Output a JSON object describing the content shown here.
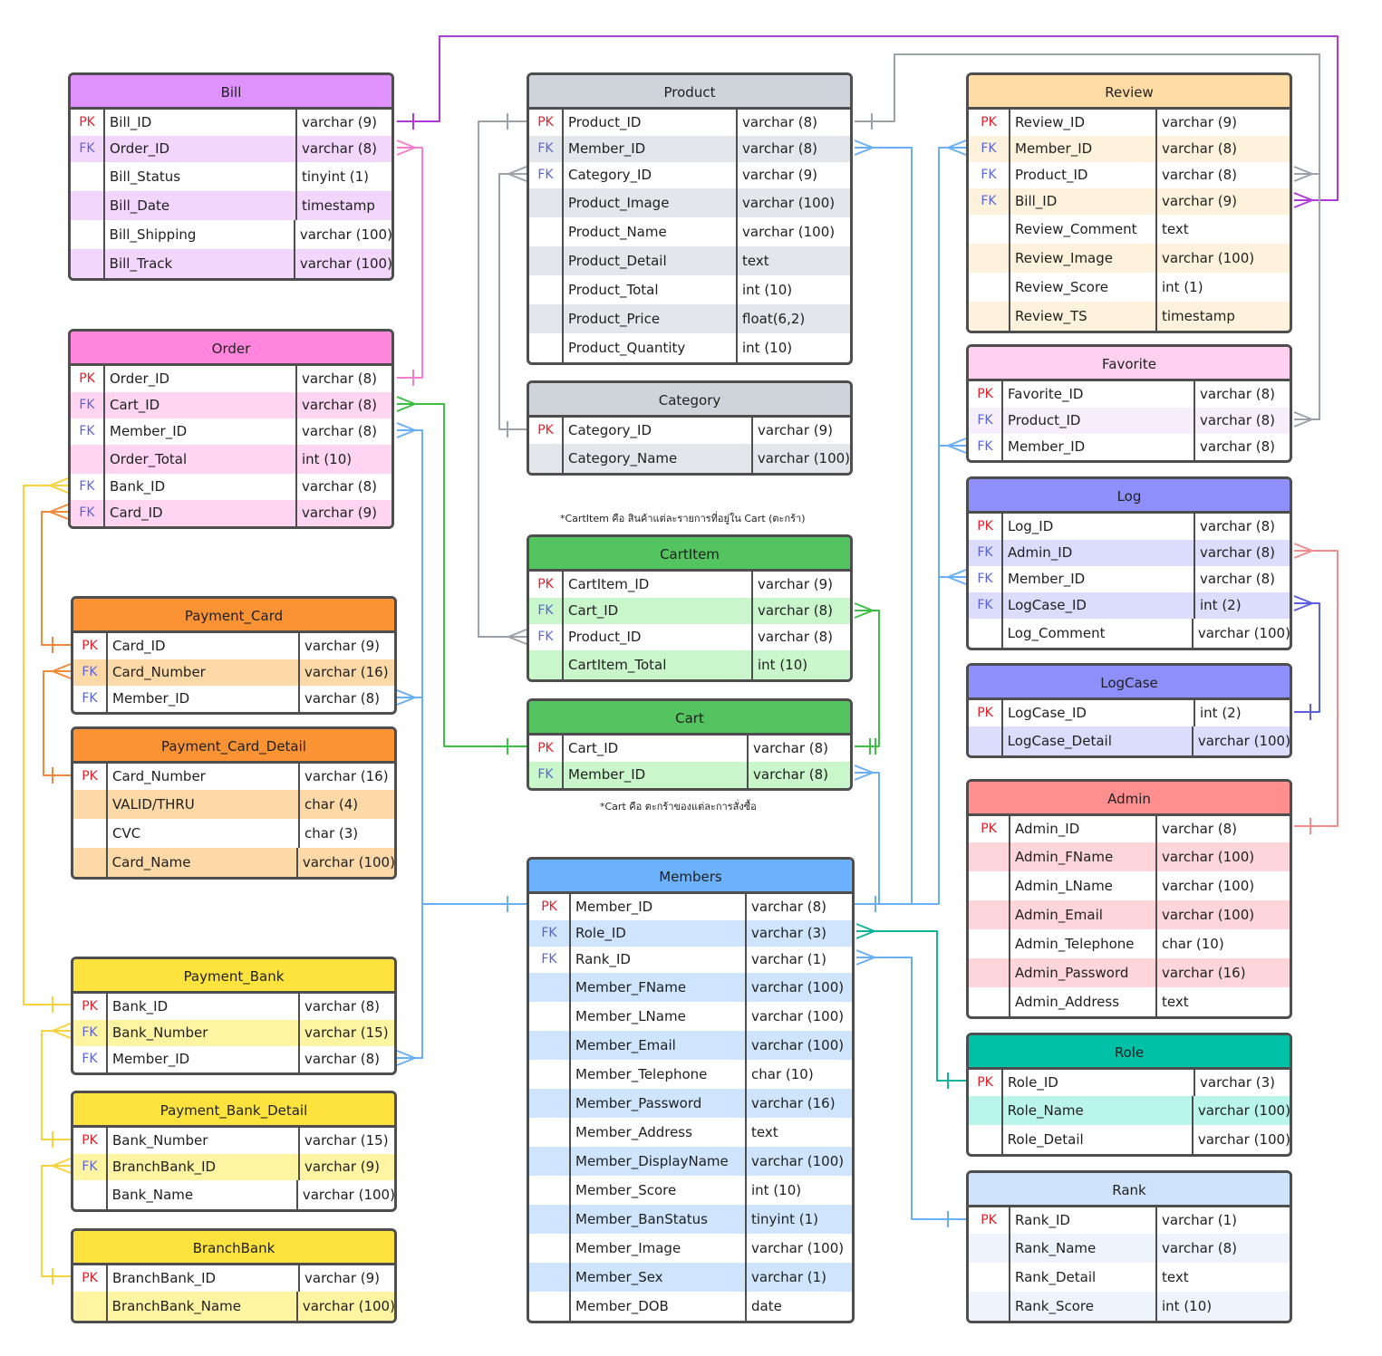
{
  "entities": [
    {
      "id": "bill",
      "title": "Bill",
      "head": "#df92fb",
      "alt": "#f3d6fb",
      "split": [
        38,
        250
      ],
      "rows": [
        [
          "PK",
          "Bill_ID",
          "varchar (9)"
        ],
        [
          "FK",
          "Order_ID",
          "varchar (8)"
        ],
        [
          "",
          "Bill_Status",
          "tinyint (1)"
        ],
        [
          "",
          "Bill_Date",
          "timestamp"
        ],
        [
          "",
          "Bill_Shipping",
          "varchar (100)"
        ],
        [
          "",
          "Bill_Track",
          "varchar (100)"
        ]
      ]
    },
    {
      "id": "order",
      "title": "Order",
      "head": "#ff86dc",
      "alt": "#ffd5f1",
      "split": [
        38,
        250
      ],
      "rows": [
        [
          "PK",
          "Order_ID",
          "varchar (8)"
        ],
        [
          "FK",
          "Cart_ID",
          "varchar (8)"
        ],
        [
          "FK",
          "Member_ID",
          "varchar (8)"
        ],
        [
          "",
          "Order_Total",
          "int (10)"
        ],
        [
          "FK",
          "Bank_ID",
          "varchar (8)"
        ],
        [
          "FK",
          "Card_ID",
          "varchar (9)"
        ]
      ]
    },
    {
      "id": "pcard",
      "title": "Payment_Card",
      "head": "#fb9335",
      "alt": "#fdd9a8",
      "split": [
        38,
        250
      ],
      "rows": [
        [
          "PK",
          "Card_ID",
          "varchar (9)"
        ],
        [
          "FK",
          "Card_Number",
          "varchar (16)"
        ],
        [
          "FK",
          "Member_ID",
          "varchar (8)"
        ]
      ]
    },
    {
      "id": "pcarddet",
      "title": "Payment_Card_Detail",
      "head": "#fb9335",
      "alt": "#fdd9a8",
      "split": [
        38,
        250
      ],
      "rows": [
        [
          "PK",
          "Card_Number",
          "varchar (16)"
        ],
        [
          "",
          "VALID/THRU",
          "char (4)"
        ],
        [
          "",
          "CVC",
          "char (3)"
        ],
        [
          "",
          "Card_Name",
          "varchar (100)"
        ]
      ]
    },
    {
      "id": "pbank",
      "title": "Payment_Bank",
      "head": "#fee33f",
      "alt": "#fff4a1",
      "split": [
        38,
        250
      ],
      "rows": [
        [
          "PK",
          "Bank_ID",
          "varchar (8)"
        ],
        [
          "FK",
          "Bank_Number",
          "varchar (15)"
        ],
        [
          "FK",
          "Member_ID",
          "varchar (8)"
        ]
      ]
    },
    {
      "id": "pbankdet",
      "title": "Payment_Bank_Detail",
      "head": "#fee33f",
      "alt": "#fff4a1",
      "split": [
        38,
        250
      ],
      "rows": [
        [
          "PK",
          "Bank_Number",
          "varchar (15)"
        ],
        [
          "FK",
          "BranchBank_ID",
          "varchar (9)"
        ],
        [
          "",
          "Bank_Name",
          "varchar (100)"
        ]
      ]
    },
    {
      "id": "branch",
      "title": "BranchBank",
      "head": "#fee33f",
      "alt": "#fff4a1",
      "split": [
        38,
        250
      ],
      "rows": [
        [
          "PK",
          "BranchBank_ID",
          "varchar (9)"
        ],
        [
          "",
          "BranchBank_Name",
          "varchar (100)"
        ]
      ]
    },
    {
      "id": "product",
      "title": "Product",
      "head": "#ced4da",
      "alt": "#e3e6ea",
      "split": [
        38,
        230
      ],
      "rows": [
        [
          "PK",
          "Product_ID",
          "varchar (8)"
        ],
        [
          "FK",
          "Member_ID",
          "varchar (8)"
        ],
        [
          "FK",
          "Category_ID",
          "varchar (9)"
        ],
        [
          "",
          "Product_Image",
          "varchar (100)"
        ],
        [
          "",
          "Product_Name",
          "varchar (100)"
        ],
        [
          "",
          "Product_Detail",
          "text"
        ],
        [
          "",
          "Product_Total",
          "int (10)"
        ],
        [
          "",
          "Product_Price",
          "float(6,2)"
        ],
        [
          "",
          "Product_Quantity",
          "int (10)"
        ]
      ]
    },
    {
      "id": "category",
      "title": "Category",
      "head": "#ced4da",
      "alt": "#e3e6ea",
      "split": [
        38,
        247
      ],
      "rows": [
        [
          "PK",
          "Category_ID",
          "varchar (9)"
        ],
        [
          "",
          "Category_Name",
          "varchar (100)"
        ]
      ]
    },
    {
      "id": "cartitem",
      "title": "CartItem",
      "head": "#53c45f",
      "alt": "#c9f7cb",
      "split": [
        38,
        247
      ],
      "rows": [
        [
          "PK",
          "CartItem_ID",
          "varchar (9)"
        ],
        [
          "FK",
          "Cart_ID",
          "varchar (8)"
        ],
        [
          "FK",
          "Product_ID",
          "varchar (8)"
        ],
        [
          "",
          "CartItem_Total",
          "int (10)"
        ]
      ]
    },
    {
      "id": "cart",
      "title": "Cart",
      "head": "#53c45f",
      "alt": "#c9f7cb",
      "split": [
        38,
        242
      ],
      "rows": [
        [
          "PK",
          "Cart_ID",
          "varchar (8)"
        ],
        [
          "FK",
          "Member_ID",
          "varchar (8)"
        ]
      ]
    },
    {
      "id": "members",
      "title": "Members",
      "head": "#6cb1fb",
      "alt": "#cfe4fd",
      "split": [
        46,
        240
      ],
      "rows": [
        [
          "PK",
          "Member_ID",
          "varchar (8)"
        ],
        [
          "FK",
          "Role_ID",
          "varchar (3)"
        ],
        [
          "FK",
          "Rank_ID",
          "varchar (1)"
        ],
        [
          "",
          "Member_FName",
          "varchar (100)"
        ],
        [
          "",
          "Member_LName",
          "varchar (100)"
        ],
        [
          "",
          "Member_Email",
          "varchar (100)"
        ],
        [
          "",
          "Member_Telephone",
          "char (10)"
        ],
        [
          "",
          "Member_Password",
          "varchar (16)"
        ],
        [
          "",
          "Member_Address",
          "text"
        ],
        [
          "",
          "Member_DisplayName",
          "varchar (100)"
        ],
        [
          "",
          "Member_Score",
          "int (10)"
        ],
        [
          "",
          "Member_BanStatus",
          "tinyint (1)"
        ],
        [
          "",
          "Member_Image",
          "varchar (100)"
        ],
        [
          "",
          "Member_Sex",
          "varchar (1)"
        ],
        [
          "",
          "Member_DOB",
          "date"
        ]
      ]
    },
    {
      "id": "review",
      "title": "Review",
      "head": "#ffdba5",
      "alt": "#fff2dc",
      "split": [
        46,
        208
      ],
      "rows": [
        [
          "PK",
          "Review_ID",
          "varchar (9)"
        ],
        [
          "FK",
          "Member_ID",
          "varchar (8)"
        ],
        [
          "FK",
          "Product_ID",
          "varchar (8)"
        ],
        [
          "FK",
          "Bill_ID",
          "varchar (9)"
        ],
        [
          "",
          "Review_Comment",
          "text"
        ],
        [
          "",
          "Review_Image",
          "varchar (100)"
        ],
        [
          "",
          "Review_Score",
          "int (1)"
        ],
        [
          "",
          "Review_TS",
          "timestamp"
        ]
      ]
    },
    {
      "id": "favorite",
      "title": "Favorite",
      "head": "#ffd0ef",
      "alt": "#f6eefb",
      "split": [
        38,
        250
      ],
      "rows": [
        [
          "PK",
          "Favorite_ID",
          "varchar (8)"
        ],
        [
          "FK",
          "Product_ID",
          "varchar (8)"
        ],
        [
          "FK",
          "Member_ID",
          "varchar (8)"
        ]
      ]
    },
    {
      "id": "log",
      "title": "Log",
      "head": "#8f8ffb",
      "alt": "#dcdcfd",
      "split": [
        38,
        250
      ],
      "rows": [
        [
          "PK",
          "Log_ID",
          "varchar (8)"
        ],
        [
          "FK",
          "Admin_ID",
          "varchar (8)"
        ],
        [
          "FK",
          "Member_ID",
          "varchar (8)"
        ],
        [
          "FK",
          "LogCase_ID",
          "int (2)"
        ],
        [
          "",
          "Log_Comment",
          "varchar (100)"
        ]
      ]
    },
    {
      "id": "logcase",
      "title": "LogCase",
      "head": "#8f8ffb",
      "alt": "#dcdcfd",
      "split": [
        38,
        250
      ],
      "rows": [
        [
          "PK",
          "LogCase_ID",
          "int (2)"
        ],
        [
          "",
          "LogCase_Detail",
          "varchar (100)"
        ]
      ]
    },
    {
      "id": "admin",
      "title": "Admin",
      "head": "#ff8f8f",
      "alt": "#fdd5da",
      "split": [
        46,
        208
      ],
      "rows": [
        [
          "PK",
          "Admin_ID",
          "varchar (8)"
        ],
        [
          "",
          "Admin_FName",
          "varchar (100)"
        ],
        [
          "",
          "Admin_LName",
          "varchar (100)"
        ],
        [
          "",
          "Admin_Email",
          "varchar (100)"
        ],
        [
          "",
          "Admin_Telephone",
          "char (10)"
        ],
        [
          "",
          "Admin_Password",
          "varchar (16)"
        ],
        [
          "",
          "Admin_Address",
          "text"
        ]
      ]
    },
    {
      "id": "role",
      "title": "Role",
      "head": "#00c0a8",
      "alt": "#b9f5ea",
      "split": [
        38,
        250
      ],
      "rows": [
        [
          "PK",
          "Role_ID",
          "varchar (3)"
        ],
        [
          "",
          "Role_Name",
          "varchar (100)"
        ],
        [
          "",
          "Role_Detail",
          "varchar (100)"
        ]
      ]
    },
    {
      "id": "rank",
      "title": "Rank",
      "head": "#cfe3fb",
      "alt": "#eef4fd",
      "split": [
        46,
        208
      ],
      "rows": [
        [
          "PK",
          "Rank_ID",
          "varchar (1)"
        ],
        [
          "",
          "Rank_Name",
          "varchar (8)"
        ],
        [
          "",
          "Rank_Detail",
          "text"
        ],
        [
          "",
          "Rank_Score",
          "int (10)"
        ]
      ]
    }
  ],
  "notes": {
    "cartitem": "*CartItem คือ สินค้าแต่ละรายการที่อยู่ใน Cart (ตะกร้า)",
    "cart": "*Cart คือ ตะกร้าของแต่ละการสั่งซื้อ"
  },
  "line_colors": {
    "bill_review": "#b03ad6",
    "order_bill": "#f57fce",
    "cart": "#3bbf45",
    "member": "#6aaef5",
    "bank": "#f7d33e",
    "card": "#f08a3a",
    "product": "#9aa1a9",
    "log_admin": "#f38d8d",
    "logcase": "#5a5fe0",
    "role": "#10b49b"
  }
}
